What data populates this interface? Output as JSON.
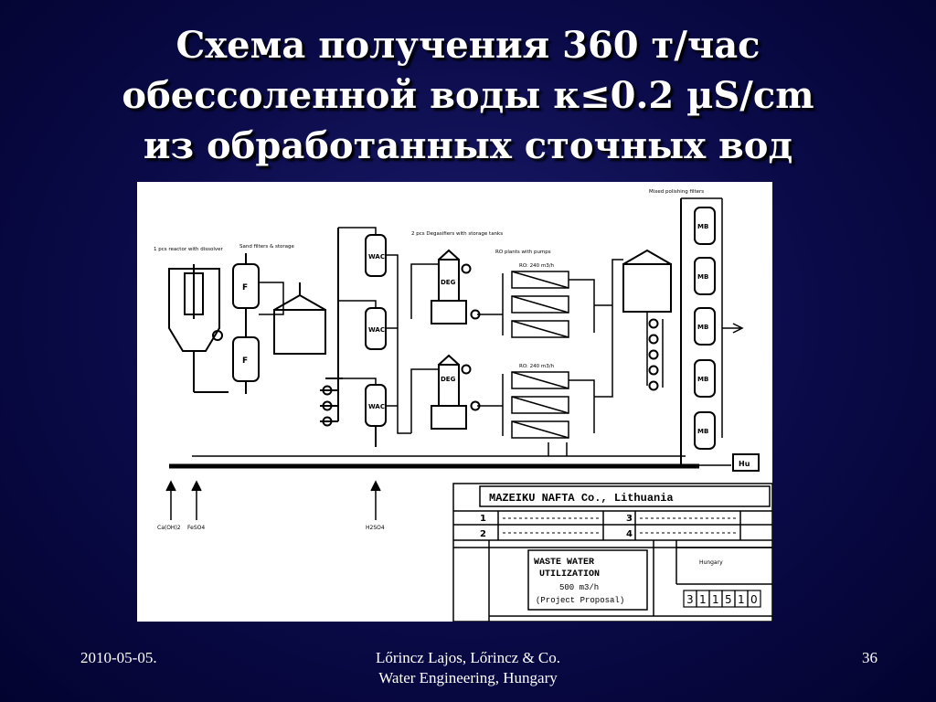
{
  "title": {
    "line1": "Схема получения 360 т/час",
    "line2": "обессоленной воды к≤0.2 µS/cm",
    "line3": "из обработанных сточных вод"
  },
  "diagram": {
    "header_mixed_filters": "Mixed polishing filters",
    "label_reactor": "1 pcs reactor with dissolver",
    "label_sand_filters": "Sand filters & storage",
    "label_deg": "2 pcs Degasifiers with storage tanks",
    "label_ro": "RO plants with pumps",
    "tag_f1": "F",
    "tag_f2": "F",
    "tag_wac1": "WAC",
    "tag_wac2": "WAC",
    "tag_wac3": "WAC",
    "tag_deg1": "DEG",
    "tag_deg2": "DEG",
    "tag_mb1": "MB",
    "tag_mb2": "MB",
    "tag_mb3": "MB",
    "tag_mb4": "MB",
    "tag_mb5": "MB",
    "tag_hu": "Hu",
    "ro_flow1": "RO: 240 m3/h",
    "ro_flow2": "RO: 240 m3/h",
    "inlet1": "Ca(OH)2",
    "inlet2": "FeSO4",
    "inlet3": "H2SO4"
  },
  "title_block": {
    "company": "MAZEIKU NAFTA Co., Lithuania",
    "rev1": "1",
    "rev2": "2",
    "rev3": "3",
    "rev4": "4",
    "project_line1": "WASTE WATER",
    "project_line2": "UTILIZATION",
    "project_line3": "500 m3/h",
    "project_line4": "(Project Proposal)",
    "engineer": "Hungary",
    "drawing_no": [
      "3",
      "1",
      "1",
      "5",
      "1",
      "0"
    ]
  },
  "footer": {
    "date": "2010-05-05.",
    "credit_line1": "Lőrincz Lajos, Lőrincz & Co.",
    "credit_line2": "Water Engineering, Hungary",
    "page": "36"
  }
}
